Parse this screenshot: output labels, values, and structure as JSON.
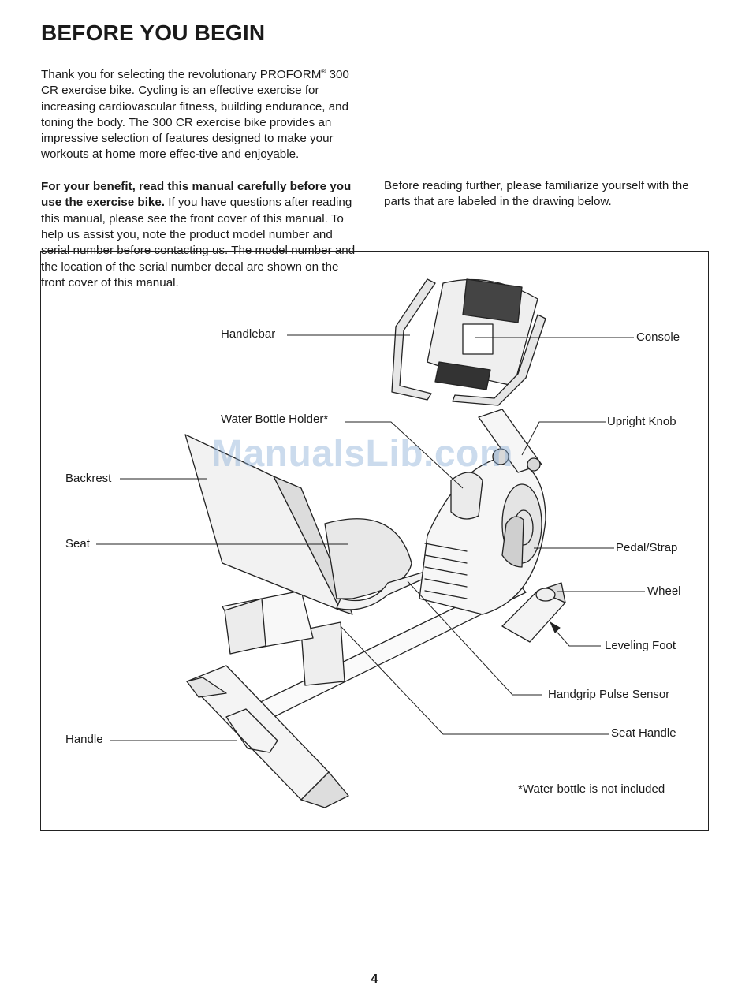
{
  "heading": "BEFORE YOU BEGIN",
  "intro": {
    "p1_a": "Thank you for selecting the revolutionary PROFORM",
    "p1_reg": "®",
    "p1_b": " 300 CR exercise bike. Cycling is an effective exercise for increasing cardiovascular fitness, building endurance, and toning the body. The 300 CR exercise bike provides an impressive selection of features designed to make your workouts at home more effec-tive and enjoyable.",
    "p2_bold": "For your benefit, read this manual carefully before you use the exercise bike.",
    "p2_rest": " If you have questions after reading this manual, please see the front cover of this manual. To help us assist you, note the product model number and serial number before contacting us. The model number and the location of the serial number decal are shown on the front cover of this manual.",
    "p3": "Before reading further, please familiarize yourself with the parts that are labeled in the drawing below."
  },
  "labels": {
    "handlebar": "Handlebar",
    "console": "Console",
    "water_bottle_holder": "Water Bottle Holder*",
    "upright_knob": "Upright Knob",
    "backrest": "Backrest",
    "seat": "Seat",
    "pedal_strap": "Pedal/Strap",
    "wheel": "Wheel",
    "leveling_foot": "Leveling Foot",
    "handgrip_pulse_sensor": "Handgrip Pulse Sensor",
    "handle": "Handle",
    "seat_handle": "Seat Handle"
  },
  "footnote": "*Water bottle is not included",
  "watermark": "ManualsLib.com",
  "page_number": "4"
}
